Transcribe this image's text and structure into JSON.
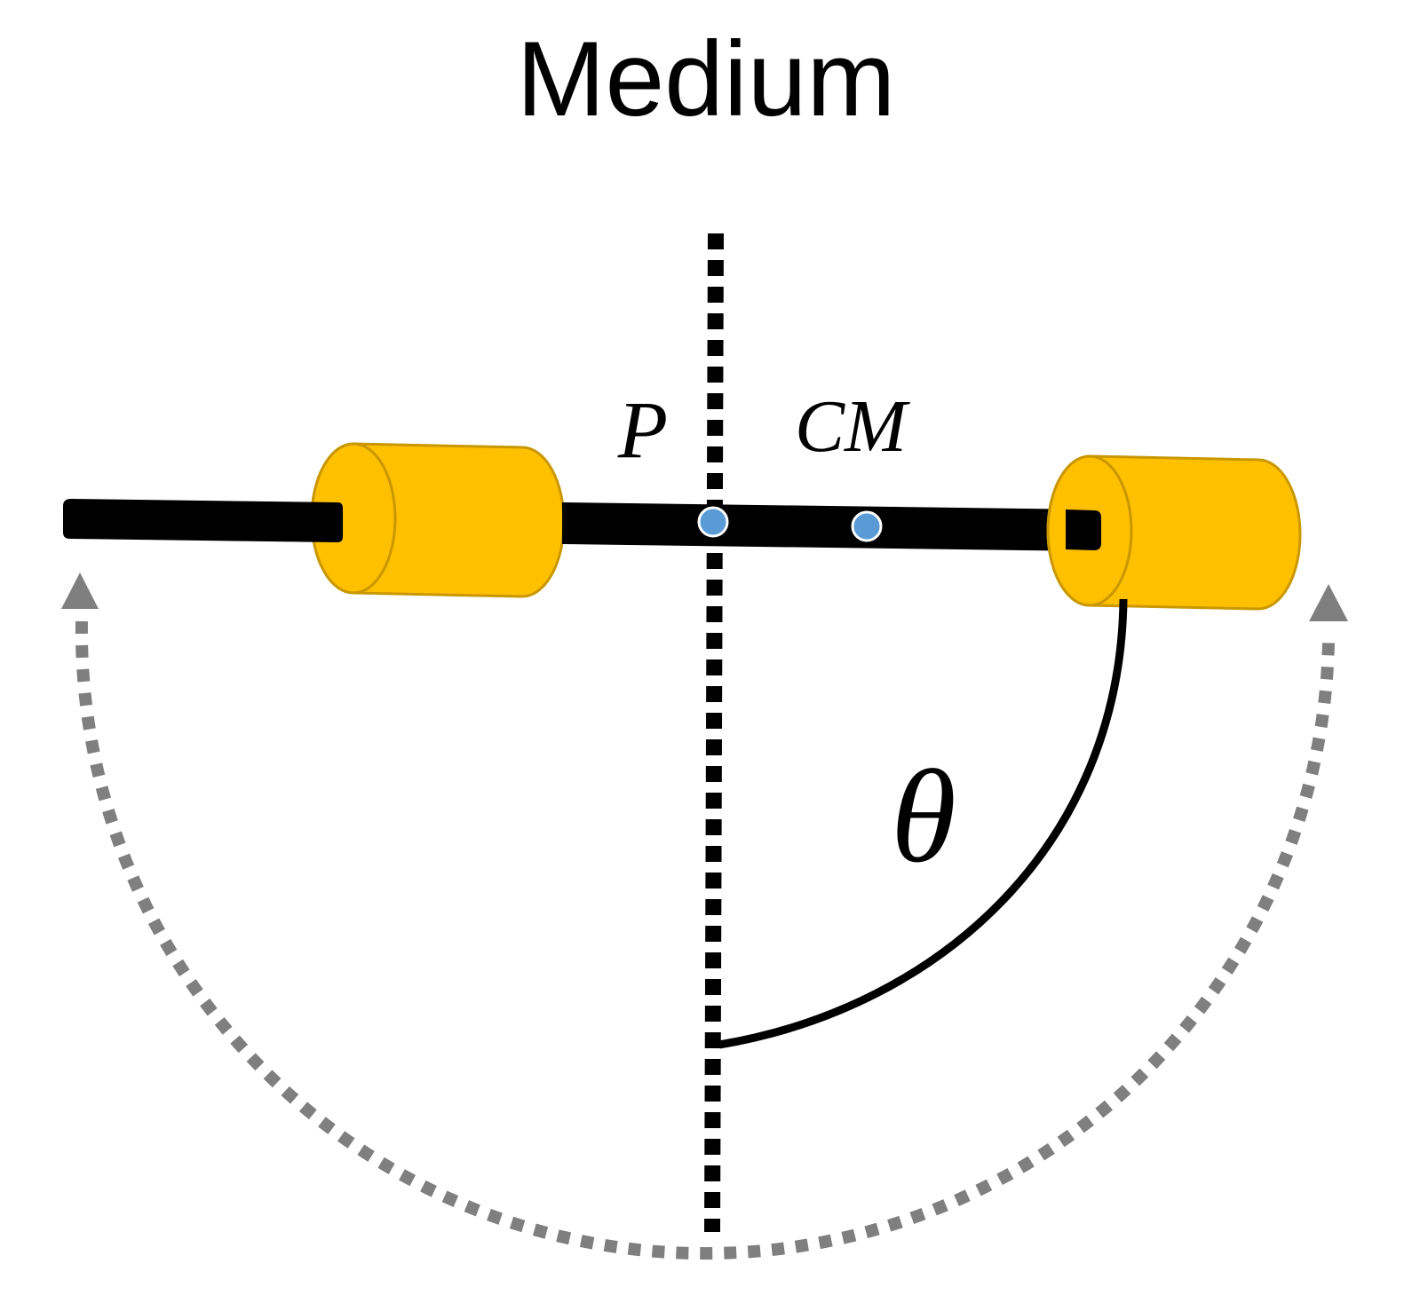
{
  "title": "Medium",
  "labels": {
    "pivot": "P",
    "center_of_mass": "CM",
    "angle": "θ"
  },
  "colors": {
    "rod": "#000000",
    "weight_fill": "#FFC000",
    "weight_stroke": "#C99700",
    "point_fill": "#5B9BD5",
    "point_stroke": "#ffffff",
    "axis": "#000000",
    "swing_arrow": "#7F7F7F",
    "angle_arc": "#000000"
  }
}
